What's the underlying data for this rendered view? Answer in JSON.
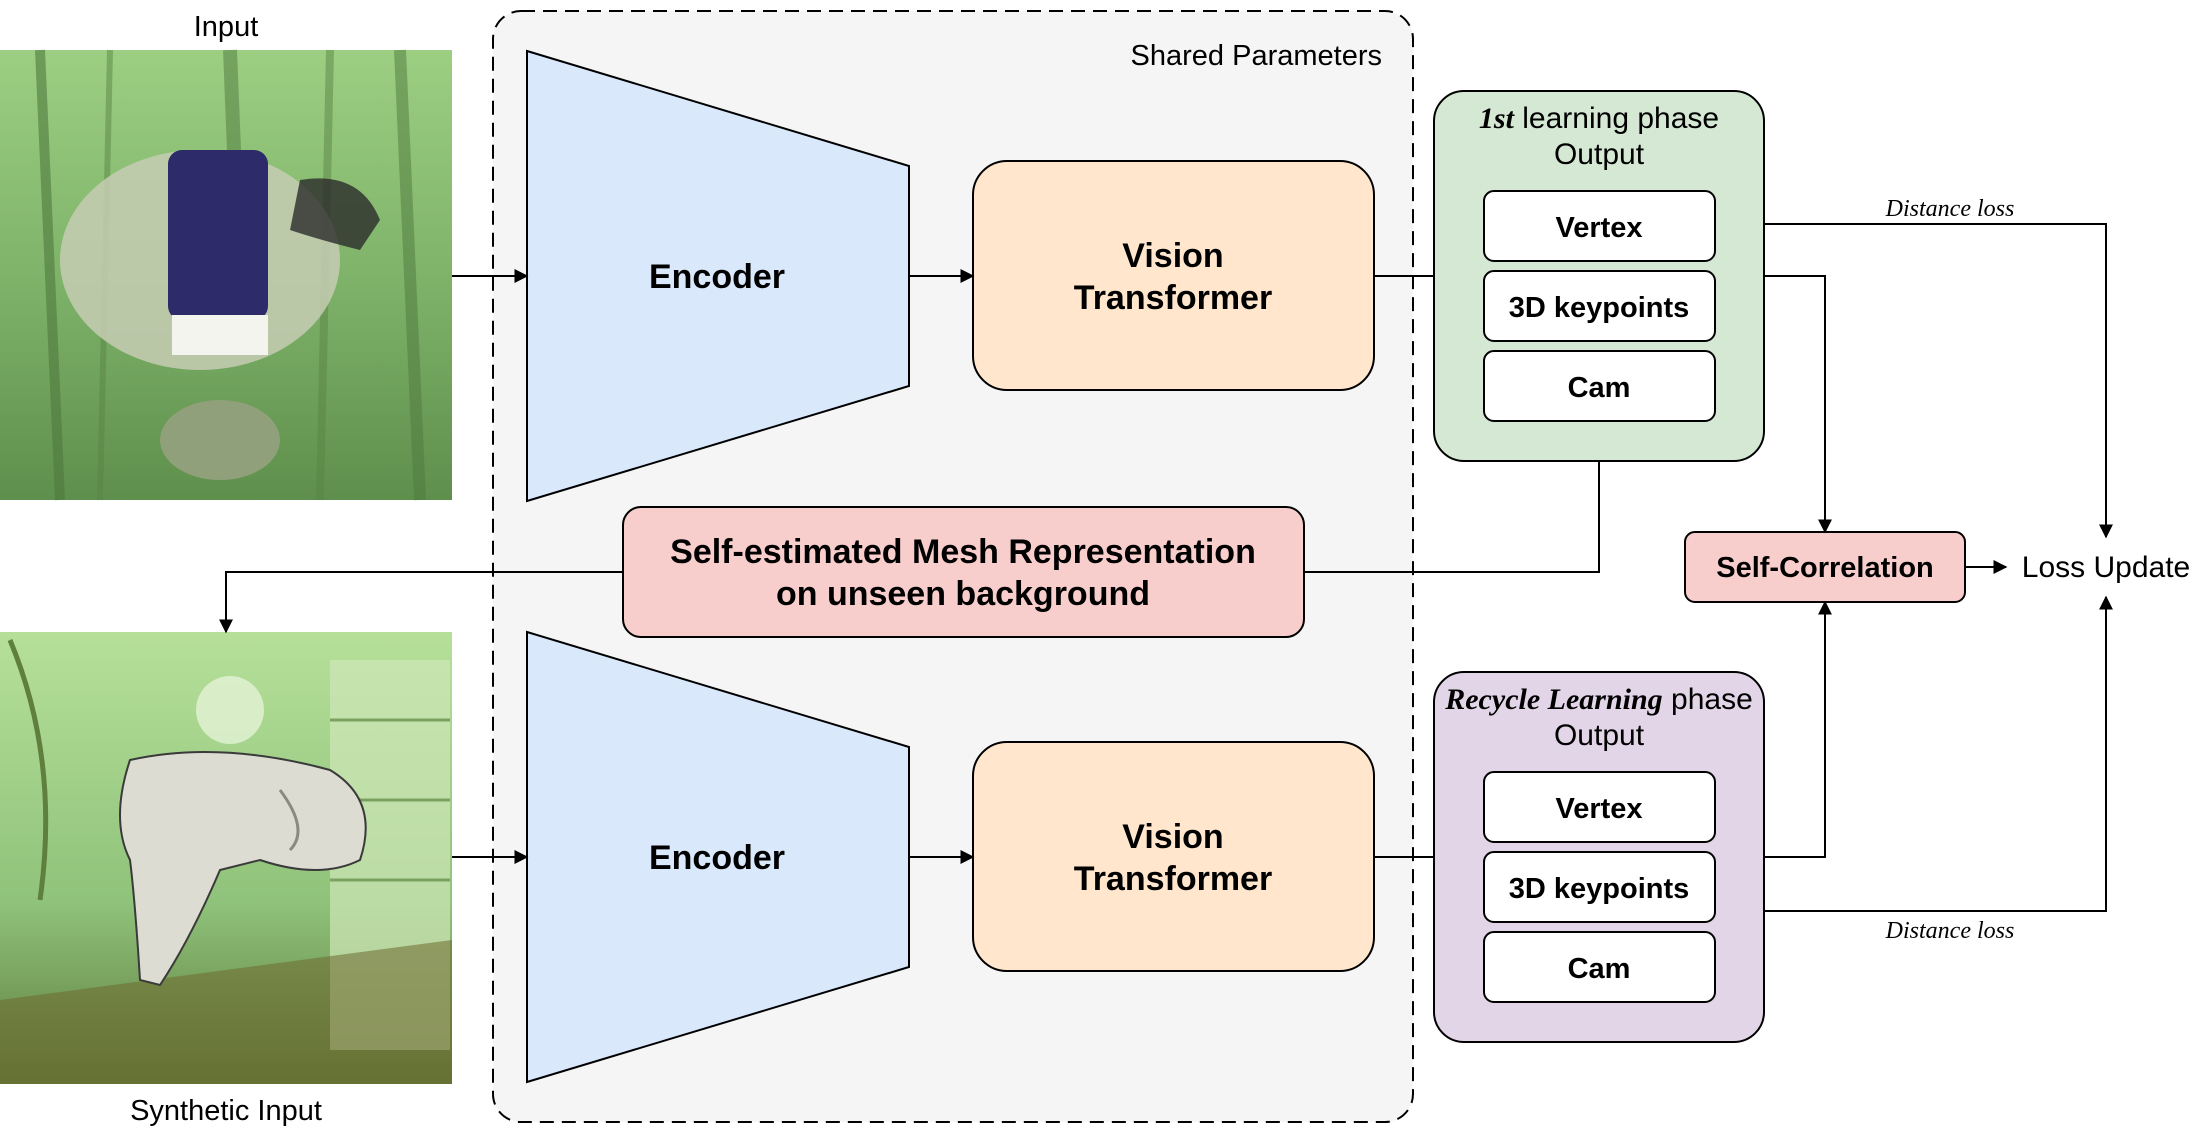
{
  "labels": {
    "input": "Input",
    "synthetic_input": "Synthetic Input",
    "shared_parameters": "Shared Parameters",
    "loss_update": "Loss Update",
    "distance_loss": "Distance loss"
  },
  "encoder": {
    "label": "Encoder"
  },
  "vision_transformer": {
    "line1": "Vision",
    "line2": "Transformer"
  },
  "mesh_representation": {
    "line1": "Self-estimated Mesh Representation",
    "line2": "on unseen background"
  },
  "phase1": {
    "title_italic": "1st",
    "title_rest": " learning phase",
    "subtitle": "Output",
    "items": [
      "Vertex",
      "3D keypoints",
      "Cam"
    ]
  },
  "phase2": {
    "title_italic": "Recycle Learning",
    "title_rest": " phase",
    "subtitle": "Output",
    "items": [
      "Vertex",
      "3D keypoints",
      "Cam"
    ]
  },
  "self_correlation": {
    "label": "Self-Correlation"
  },
  "colors": {
    "encoder_fill": "#dae8fc",
    "transformer_fill": "#ffe6cc",
    "mesh_fill": "#f8cecc",
    "phase1_fill": "#d5e8d4",
    "phase2_fill": "#e1d5e7",
    "shared_fill": "#f5f5f5",
    "input_image_tint": "#7fb36a",
    "synthetic_image_tint": "#8fc27a",
    "hand_color": "#dcdcd2"
  }
}
